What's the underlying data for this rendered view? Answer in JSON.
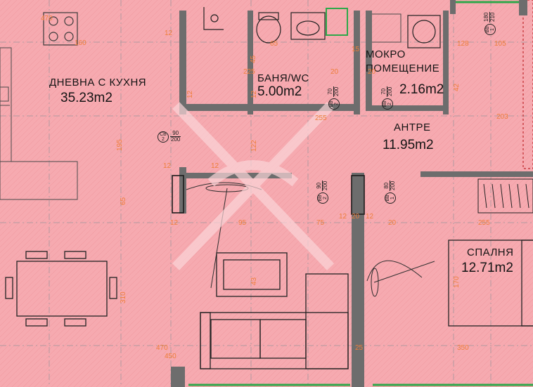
{
  "colors": {
    "background": "#f6aab0",
    "wall": "#6d6d6d",
    "dimension": "#ee7e3a",
    "label": "#141414",
    "window": "#2ea84a"
  },
  "rooms": [
    {
      "name": "ДНЕВНА С КУХНЯ",
      "area": "35.23m2"
    },
    {
      "name": "БАНЯ/WC",
      "area": "5.00m2"
    },
    {
      "name": "МОКРО ПОМЕЩЕНИЕ",
      "area": "2.16m2"
    },
    {
      "name": "АНТРЕ",
      "area": "11.95m2"
    },
    {
      "name": "СПАЛНЯ",
      "area": "12.71m2"
    }
  ],
  "dimensions": [
    "470",
    "160",
    "12",
    "45",
    "225",
    "255",
    "20",
    "15",
    "65",
    "20",
    "470",
    "450",
    "128",
    "203",
    "12",
    "195",
    "12",
    "95",
    "75",
    "12",
    "105",
    "350",
    "65",
    "310",
    "255",
    "122",
    "43",
    "12",
    "20",
    "12",
    "20",
    "25",
    "12",
    "42",
    "170",
    "12"
  ],
  "door_tags": [
    {
      "code": "СВ",
      "num": "2",
      "w": "90",
      "h": "200"
    },
    {
      "code": "ВВ",
      "num": "2",
      "w": "70",
      "h": "200"
    },
    {
      "code": "ВВ",
      "num": "2",
      "w": "70",
      "h": "200"
    },
    {
      "code": "ВВ",
      "num": "2",
      "w": "90",
      "h": "200"
    },
    {
      "code": "ВВ",
      "num": "1",
      "w": "80",
      "h": "200"
    },
    {
      "code": "ВВ",
      "num": "1",
      "w": "180",
      "h": "210"
    }
  ],
  "icons": [
    "stove-icon",
    "toilet-icon",
    "washbasin-icon",
    "washing-machine-icon",
    "shower-icon",
    "table-with-chairs-icon",
    "sofa-icon",
    "rug-icon",
    "bed-icon",
    "ceiling-lamp-icon",
    "watermark-logo"
  ]
}
